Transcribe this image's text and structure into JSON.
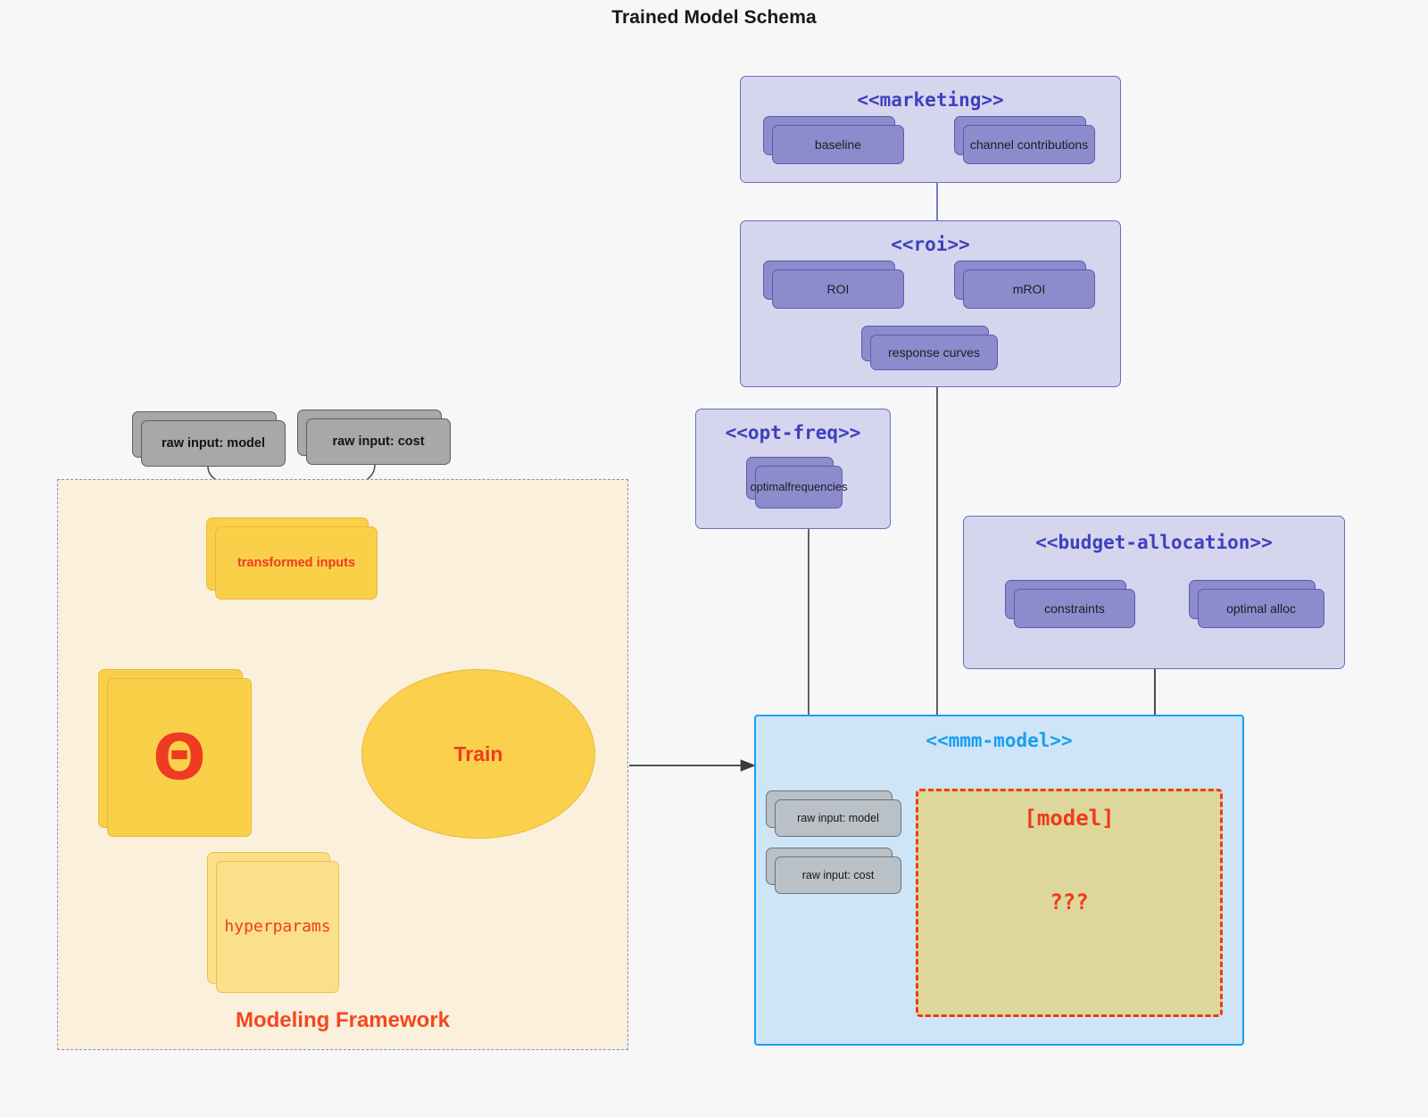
{
  "title": "Trained Model Schema",
  "packages": [
    {
      "id": "marketing",
      "title": "<<marketing>>",
      "nodes": [
        {
          "label": "baseline"
        },
        {
          "label": "channel contributions"
        }
      ]
    },
    {
      "id": "roi",
      "title": "<<roi>>",
      "nodes": [
        {
          "label": "ROI"
        },
        {
          "label": "mROI"
        },
        {
          "label": "response curves"
        }
      ]
    },
    {
      "id": "opt-freq",
      "title": "<<opt-freq>>",
      "nodes": [
        {
          "label": "optimal\nfrequencies"
        }
      ]
    },
    {
      "id": "budget-allocation",
      "title": "<<budget-allocation>>",
      "nodes": [
        {
          "label": "constraints"
        },
        {
          "label": "optimal alloc"
        }
      ]
    }
  ],
  "model_package": {
    "title": "<<mmm-model>>",
    "inputs": [
      {
        "label": "raw input: model"
      },
      {
        "label": "raw input: cost"
      }
    ],
    "placeholder": {
      "line1": "[model]",
      "line2": "???"
    }
  },
  "framework": {
    "label": "Modeling Framework",
    "raw_inputs": [
      {
        "label": "raw input: model"
      },
      {
        "label": "raw input: cost"
      }
    ],
    "transformed": {
      "label": "transformed inputs"
    },
    "theta": {
      "label": "Θ"
    },
    "hyperparams": {
      "label": "hyperparams"
    },
    "train": {
      "label": "Train"
    }
  },
  "colors": {
    "background": "#f7f7f7",
    "package_fill": "#d5d6ee",
    "package_stroke": "#6c6cc4",
    "package_title": "#3f3fbf",
    "node_purple_fill": "#8c8ccc",
    "node_purple_stroke": "#5a5ab4",
    "node_grey_fill": "#a8a8a8",
    "node_grey_stroke": "#5e5e5e",
    "node_yellow_fill": "#fad049",
    "node_yellow_stroke": "#e7b93b",
    "accent_red": "#ef3b23",
    "model_fill": "#cee5f7",
    "model_stroke": "#1a9ef0",
    "model_title": "#1a9ef0",
    "placeholder_fill": "#ddd79c",
    "placeholder_stroke": "#f13a1b",
    "framework_fill": "#faf0dc",
    "framework_stroke": "#8a8ad0",
    "edge_dark": "#3a3a3a"
  }
}
